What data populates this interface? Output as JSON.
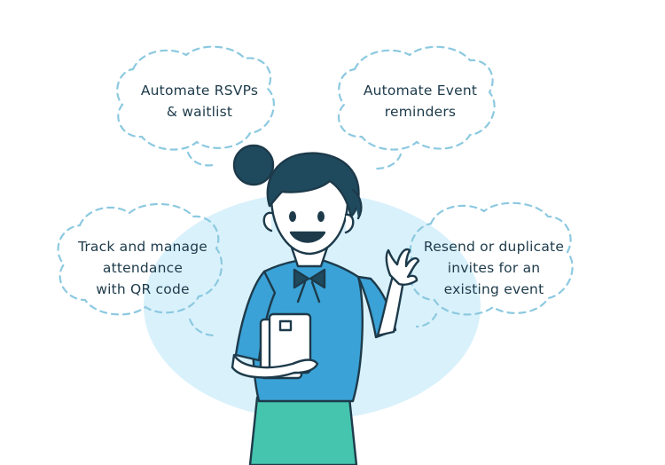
{
  "bubbles": {
    "rsvp": {
      "lines": [
        "Automate RSVPs",
        "& waitlist"
      ]
    },
    "reminders": {
      "lines": [
        "Automate Event",
        "reminders"
      ]
    },
    "qr": {
      "lines": [
        "Track and manage",
        "attendance",
        "with QR code"
      ]
    },
    "resend": {
      "lines": [
        "Resend or duplicate",
        "invites for an",
        "existing event"
      ]
    }
  },
  "colors": {
    "background_blob": "#d9f1fb",
    "cloud_stroke": "#8cc9e0",
    "text": "#1d3a4a",
    "hair": "#1f4a5e",
    "skin": "#ffffff",
    "shirt": "#3aa2d6",
    "skirt": "#45c4ae",
    "outline": "#1d3a4a"
  }
}
